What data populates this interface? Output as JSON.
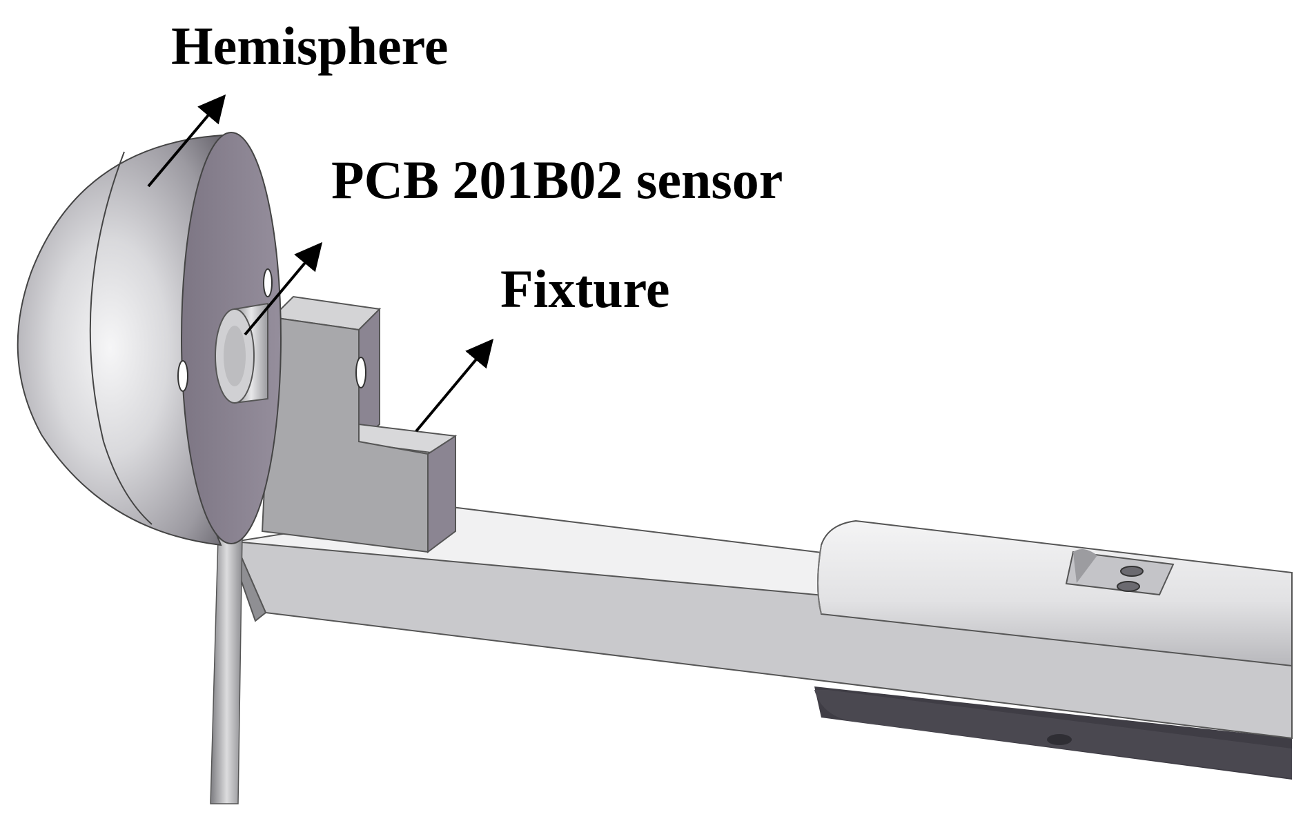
{
  "labels": {
    "hemisphere": "Hemisphere",
    "sensor": "PCB 201B02 sensor",
    "fixture": "Fixture"
  },
  "colors": {
    "background": "#ffffff",
    "annotation": "#000000",
    "metal_light": "#e6e6e8",
    "metal_mid": "#b9b9bd",
    "metal_dark": "#5d5a63",
    "face_purple": "#8a8291",
    "fixture_front": "#a9a9ac"
  }
}
